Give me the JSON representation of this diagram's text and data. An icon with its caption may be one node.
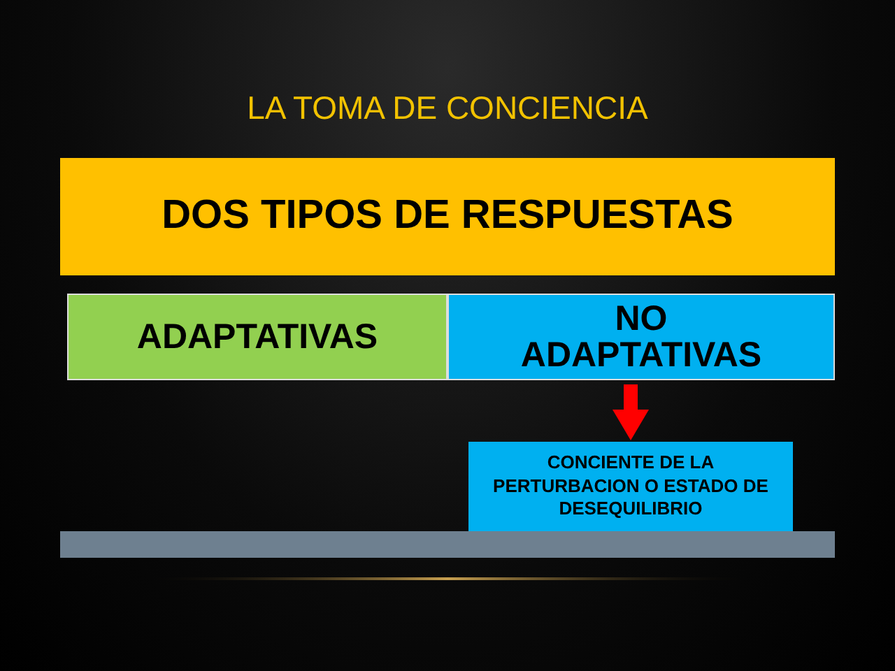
{
  "diagram": {
    "title": "LA TOMA DE CONCIENCIA",
    "nodes": [
      {
        "text": [
          "DOS TIPOS DE RESPUESTAS"
        ]
      },
      {
        "text": [
          "ADAPTATIVAS"
        ]
      },
      {
        "text": [
          "NO ADAPTATIVAS"
        ]
      },
      {
        "text": [
          "CONCIENTE DE LA PERTURBACION O ESTADO DE DESEQUILIBRIO"
        ]
      },
      {
        "text": [],
        "shape": "bar"
      }
    ],
    "edges": [
      {
        "from": 2,
        "to": 3,
        "arrow": "to",
        "color": "#ff0000"
      }
    ]
  }
}
